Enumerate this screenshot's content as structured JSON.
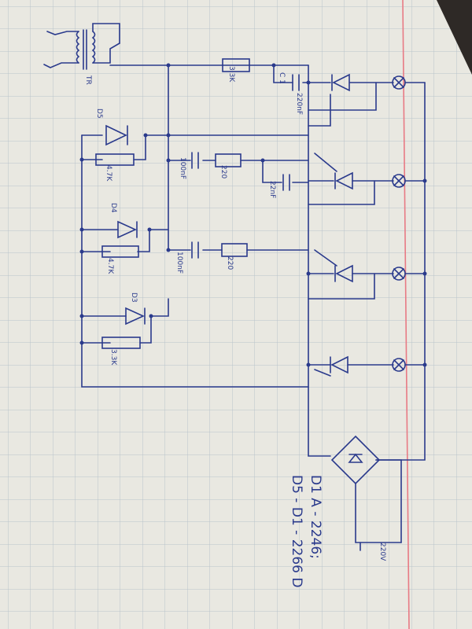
{
  "colors": {
    "paper": "#e9e8e1",
    "grid": "#b9c3cc",
    "ink": "#2a3a8c",
    "margin_line": "#e87a84",
    "background": "#3a3532"
  },
  "labels": {
    "transformer": "TR",
    "c1_name": "C 1",
    "c1_value": "220nF",
    "r1": "3.3K",
    "d5": "D5",
    "r5": "4.7K",
    "c2_value": "100nF",
    "r2": "220",
    "c3_value": "22nF",
    "d4": "D4",
    "r4": "4.7K",
    "c4_value": "100nF",
    "r3": "220",
    "d3": "D3",
    "r6": "3.3K",
    "mains": "220V",
    "note1": "D1 A - 2246;",
    "note2": "D5 - D1 - 2266 D"
  }
}
